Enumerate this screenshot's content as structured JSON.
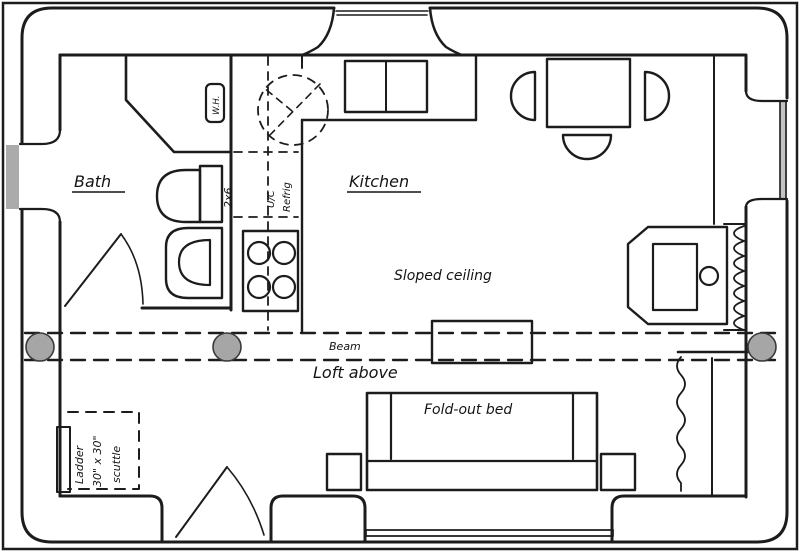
{
  "plan": {
    "rooms": {
      "bath": "Bath",
      "kitchen": "Kitchen"
    },
    "ceiling": {
      "sloped": "Sloped ceiling",
      "beam": "Beam",
      "loft": "Loft above"
    },
    "furniture": {
      "fold_out_bed": "Fold-out bed"
    },
    "construction": {
      "stud_wall": "2x6",
      "fridge_line1": "U/C",
      "fridge_line2": "Refrig",
      "water_heater": "W.H."
    },
    "access": {
      "ladder": "Ladder",
      "scuttle_size": "30\" x 30\"",
      "scuttle_word": "scuttle"
    }
  },
  "colors": {
    "line": "#1c1c1c",
    "paper": "#ffffff",
    "post_fill": "#a6a6a6",
    "window_gray": "#ababab"
  }
}
